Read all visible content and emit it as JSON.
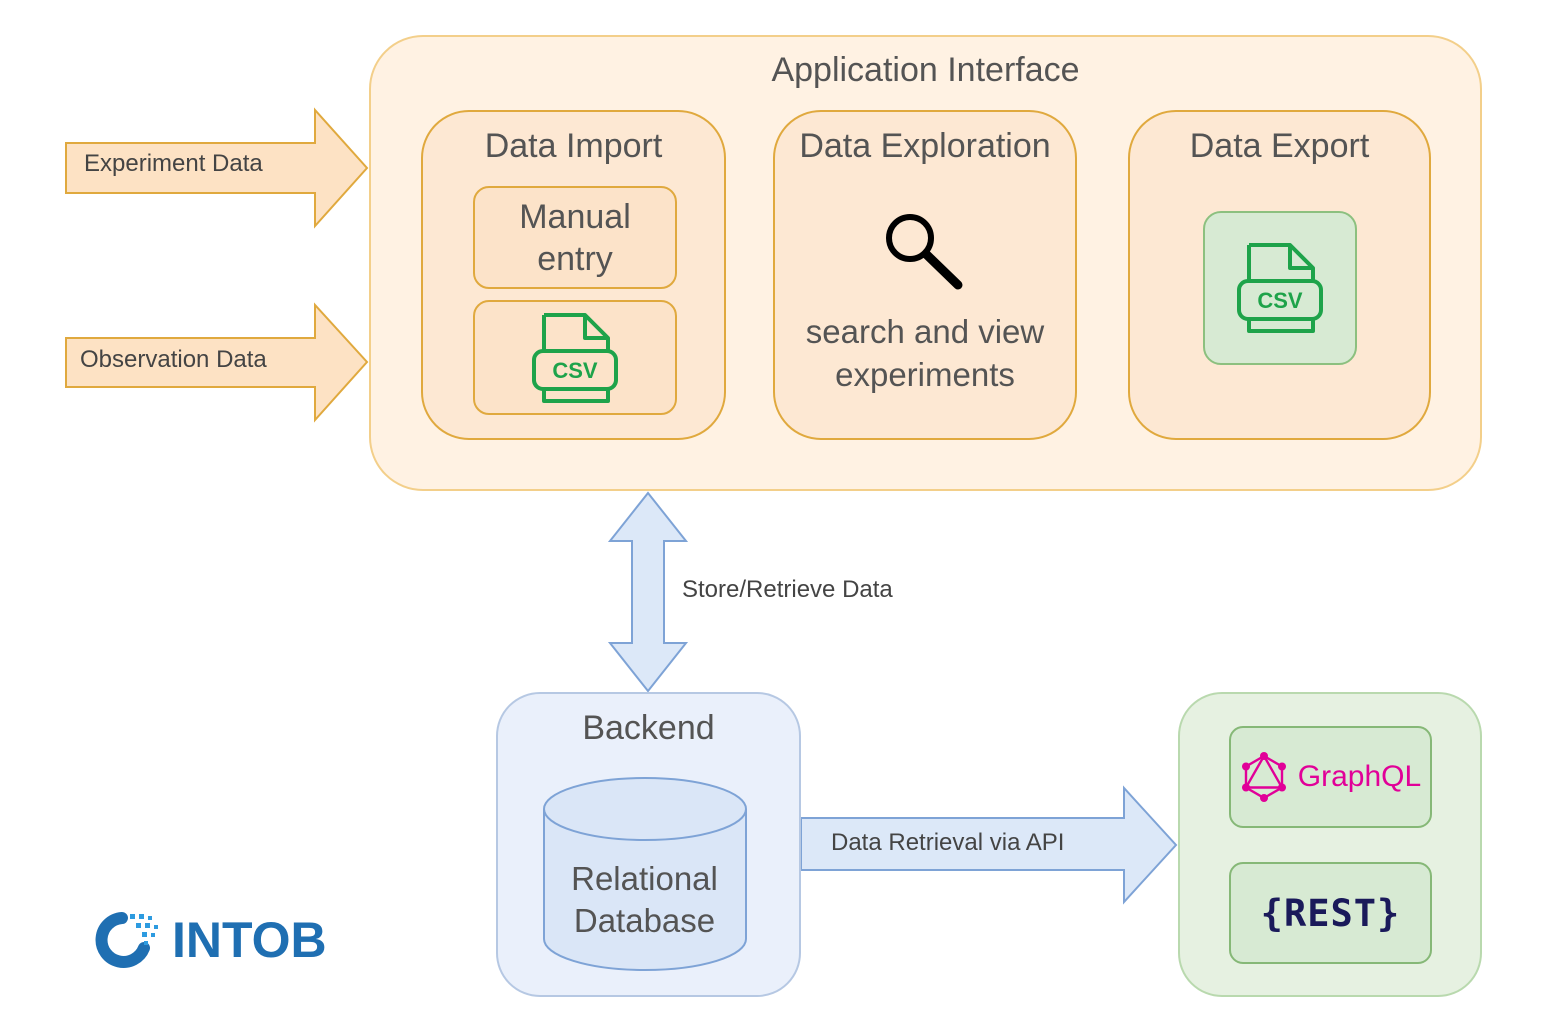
{
  "app_interface": {
    "title": "Application Interface",
    "sections": {
      "import": {
        "title": "Data Import",
        "manual_entry": "Manual entry",
        "csv_label": "CSV"
      },
      "exploration": {
        "title": "Data Exploration",
        "description": "search and view experiments",
        "icon": "magnifier-icon"
      },
      "export": {
        "title": "Data Export",
        "csv_label": "CSV"
      }
    }
  },
  "inputs": {
    "experiment": "Experiment Data",
    "observation": "Observation Data"
  },
  "store_retrieve": "Store/Retrieve Data",
  "backend": {
    "title": "Backend",
    "database": "Relational Database"
  },
  "retrieval_label": "Data Retrieval via API",
  "api": {
    "graphql": "GraphQL",
    "rest": "{REST}"
  },
  "logo": {
    "text": "INTOB"
  },
  "colors": {
    "app_fill": "#fff2e3",
    "section_border": "#e0a93e",
    "csv_green": "#1ea34a",
    "backend_fill": "#eaf0fb",
    "api_fill": "#e6f1e1",
    "graphql_pink": "#e10098",
    "logo_blue": "#1f6fb2"
  }
}
